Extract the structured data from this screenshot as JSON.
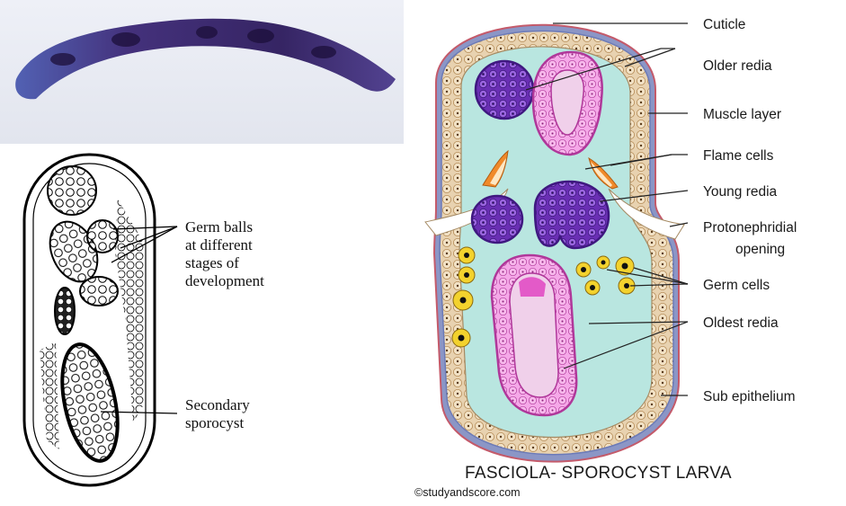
{
  "left_labels": {
    "germ_balls": [
      "Germ balls",
      "at different",
      "stages of",
      "development"
    ],
    "secondary_sporocyst": [
      "Secondary",
      "sporocyst"
    ]
  },
  "right_labels": {
    "cuticle": "Cuticle",
    "older_redia": "Older redia",
    "muscle_layer": "Muscle layer",
    "flame_cells": "Flame cells",
    "young_redia": "Young redia",
    "protonephridial_opening": [
      "Protonephridial",
      "opening"
    ],
    "germ_cells": "Germ cells",
    "oldest_redia": "Oldest redia",
    "sub_epithelium": "Sub epithelium"
  },
  "title": "FASCIOLA- SPOROCYST LARVA",
  "credit": "©studyandscore.com",
  "colors": {
    "cuticle_outer": "#8b96c6",
    "muscle_band": "#e8d2b0",
    "body_fill": "#b9e6e0",
    "redia_pink": "#e97fd6",
    "young_redia_purple": "#7a3fc1",
    "germ_cell_yellow": "#f3d22d",
    "flame_cell_orange": "#f08a2a",
    "photo_specimen": "#3d2a7a"
  }
}
